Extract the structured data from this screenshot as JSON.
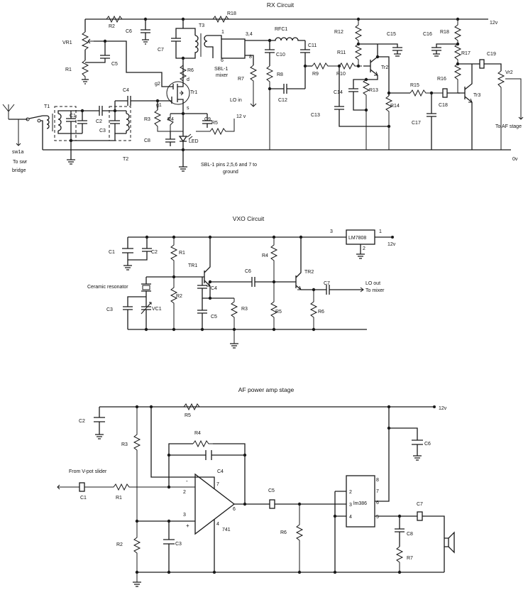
{
  "rx": {
    "title": "RX Circuit",
    "labels": {
      "r2": "R2",
      "r18": "R18",
      "c6": "C6",
      "t3": "T3",
      "c7": "C7",
      "vr1": "VR1",
      "r1": "R1",
      "c5": "C5",
      "pin1": "1",
      "pin34": "3,4",
      "pin8": "8",
      "pin6": "6",
      "rfc1": "RFC1",
      "c10": "C10",
      "c11": "C11",
      "sbl1": "SBL-1",
      "mixer": "mixer",
      "r7": "R7",
      "r6": "R6",
      "g2": "g2",
      "d": "d",
      "tr1": "Tr1",
      "c4": "C4",
      "g1": "g1",
      "t1": "T1",
      "c1": "C1",
      "c2": "C2",
      "c3": "C3",
      "r3": "R3",
      "s": "s",
      "r4": "R4",
      "c9": "C9",
      "v12": "12 v",
      "r5": "R5",
      "led": "LED",
      "c8": "C8",
      "sw1a": "sw1a",
      "to_swr": "To swr",
      "bridge": "bridge",
      "t2": "T2",
      "lo_in": "LO in",
      "r8": "R8",
      "c12": "C12",
      "r9": "R9",
      "r12": "R12",
      "r11": "R11",
      "r10": "R10",
      "c15": "C15",
      "tr2": "Tr2",
      "c14": "C14",
      "r13": "R13",
      "c13": "C13",
      "r14": "R14",
      "r15": "R15",
      "c17": "C17",
      "c16": "C16",
      "r18b": "R18",
      "r17": "R17",
      "c19": "C19",
      "r16": "R16",
      "c18": "C18",
      "tr3": "Tr3",
      "vr2": "Vr2",
      "to_af": "To AF stage",
      "rail": "12v",
      "zero": "0v",
      "note_line1": "SBL-1  pins 2,5,6 and 7 to",
      "note_line2": "ground"
    }
  },
  "vxo": {
    "title": "VXO Circuit",
    "labels": {
      "p3": "3",
      "reg": "LM7808",
      "p1": "1",
      "p2": "2",
      "v12": "12v",
      "c1": "C1",
      "c2": "C2",
      "r1": "R1",
      "r4": "R4",
      "tr1": "TR1",
      "c6": "C6",
      "tr2": "TR2",
      "resonator": "Ceramic resonator",
      "c4": "C4",
      "c7": "C7",
      "lo_out": "LO out",
      "to_mixer": "To mixer",
      "r2": "R2",
      "c3": "C3",
      "vc1": "VC1",
      "r3": "R3",
      "c5": "C5",
      "r5": "R5",
      "r6": "R6"
    }
  },
  "af": {
    "title": "AF power amp stage",
    "labels": {
      "c2": "C2",
      "r5": "R5",
      "v12": "12v",
      "r3": "R3",
      "r4": "R4",
      "c6": "C6",
      "c4": "C4",
      "from_vpot": "From V-pot slider",
      "c1": "C1",
      "r1": "R1",
      "minus": "-",
      "p2": "2",
      "p7": "7",
      "p3": "3",
      "plus": "+",
      "p6": "6",
      "p4": "4",
      "opamp": "741",
      "c5": "C5",
      "q2": "2",
      "q8": "8",
      "q7": "7",
      "q3": "3",
      "q6": "6",
      "q4": "4",
      "q5": "5",
      "lm386": "lm386",
      "c7": "C7",
      "r6": "R6",
      "c8": "C8",
      "r2": "R2",
      "c3": "C3",
      "r7": "R7"
    }
  }
}
